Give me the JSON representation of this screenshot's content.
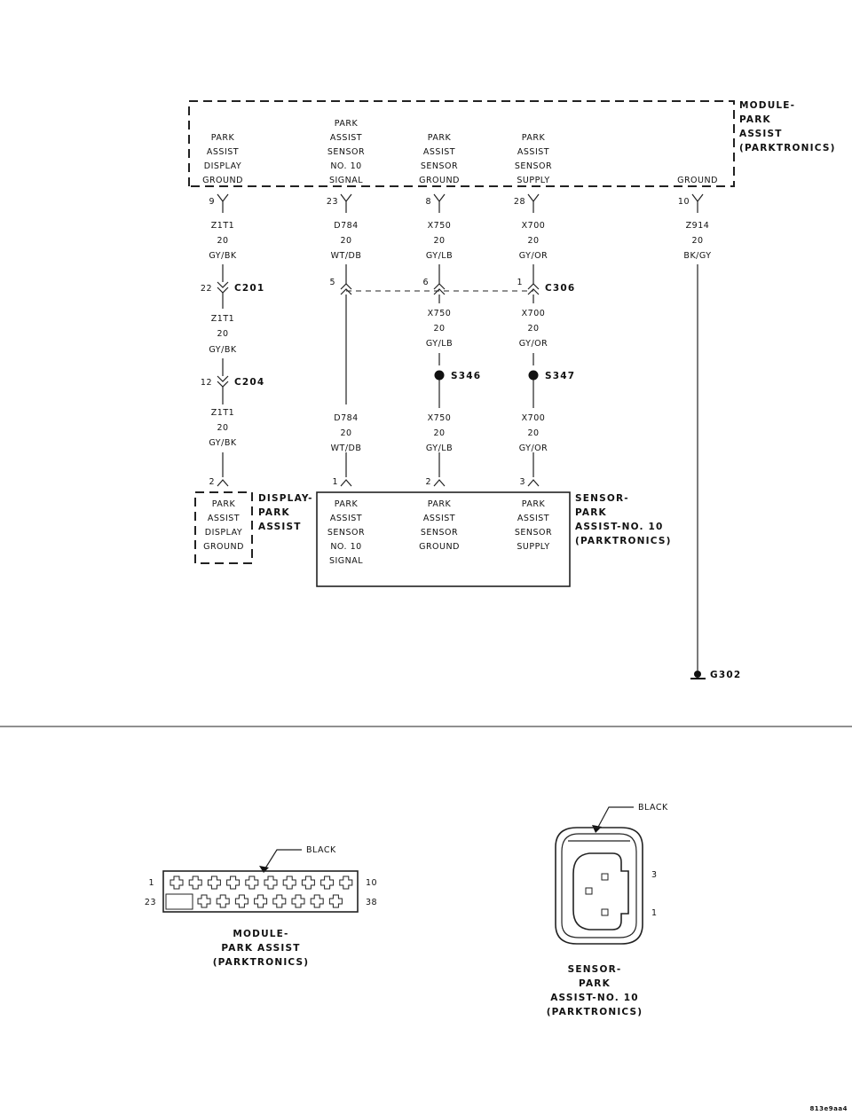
{
  "module": {
    "name": [
      "MODULE-",
      "PARK",
      "ASSIST",
      "(PARKTRONICS)"
    ],
    "functions": [
      [
        "PARK",
        "ASSIST",
        "DISPLAY",
        "GROUND"
      ],
      [
        "PARK",
        "ASSIST",
        "SENSOR",
        "NO. 10",
        "SIGNAL"
      ],
      [
        "PARK",
        "ASSIST",
        "SENSOR",
        "GROUND"
      ],
      [
        "PARK",
        "ASSIST",
        "SENSOR",
        "SUPPLY"
      ],
      [
        "GROUND"
      ]
    ],
    "pins": [
      "9",
      "23",
      "8",
      "28",
      "10"
    ]
  },
  "wires_top": [
    [
      "Z1T1",
      "20",
      "GY/BK"
    ],
    [
      "D784",
      "20",
      "WT/DB"
    ],
    [
      "X750",
      "20",
      "GY/LB"
    ],
    [
      "X700",
      "20",
      "GY/OR"
    ],
    [
      "Z914",
      "20",
      "BK/GY"
    ]
  ],
  "c201": {
    "label": "C201",
    "pin": "22"
  },
  "c306": {
    "label": "C306",
    "pins": [
      "5",
      "6",
      "1"
    ]
  },
  "c204": {
    "label": "C204",
    "pin": "12"
  },
  "wires_mid": {
    "z1t1_a": [
      "Z1T1",
      "20",
      "GY/BK"
    ],
    "z1t1_b": [
      "Z1T1",
      "20",
      "GY/BK"
    ],
    "x750": [
      "X750",
      "20",
      "GY/LB"
    ],
    "x700": [
      "X700",
      "20",
      "GY/OR"
    ]
  },
  "splices": {
    "s346": "S346",
    "s347": "S347"
  },
  "wires_low": [
    [
      "D784",
      "20",
      "WT/DB"
    ],
    [
      "X750",
      "20",
      "GY/LB"
    ],
    [
      "X700",
      "20",
      "GY/OR"
    ]
  ],
  "display": {
    "name": [
      "DISPLAY-",
      "PARK",
      "ASSIST"
    ],
    "pin": "2",
    "function": [
      "PARK",
      "ASSIST",
      "DISPLAY",
      "GROUND"
    ]
  },
  "sensor": {
    "name": [
      "SENSOR-",
      "PARK",
      "ASSIST-NO. 10",
      "(PARKTRONICS)"
    ],
    "pins": [
      "1",
      "2",
      "3"
    ],
    "functions": [
      [
        "PARK",
        "ASSIST",
        "SENSOR",
        "NO. 10",
        "SIGNAL"
      ],
      [
        "PARK",
        "ASSIST",
        "SENSOR",
        "GROUND"
      ],
      [
        "PARK",
        "ASSIST",
        "SENSOR",
        "SUPPLY"
      ]
    ]
  },
  "ground": {
    "label": "G302"
  },
  "connector_module": {
    "color": "BLACK",
    "pin_labels": [
      "1",
      "10",
      "23",
      "38"
    ],
    "name": [
      "MODULE-",
      "PARK ASSIST",
      "(PARKTRONICS)"
    ]
  },
  "connector_sensor": {
    "color": "BLACK",
    "pin_labels": [
      "3",
      "1"
    ],
    "name": [
      "SENSOR-",
      "PARK",
      "ASSIST-NO. 10",
      "(PARKTRONICS)"
    ]
  },
  "figure_id": "813e9aa4"
}
